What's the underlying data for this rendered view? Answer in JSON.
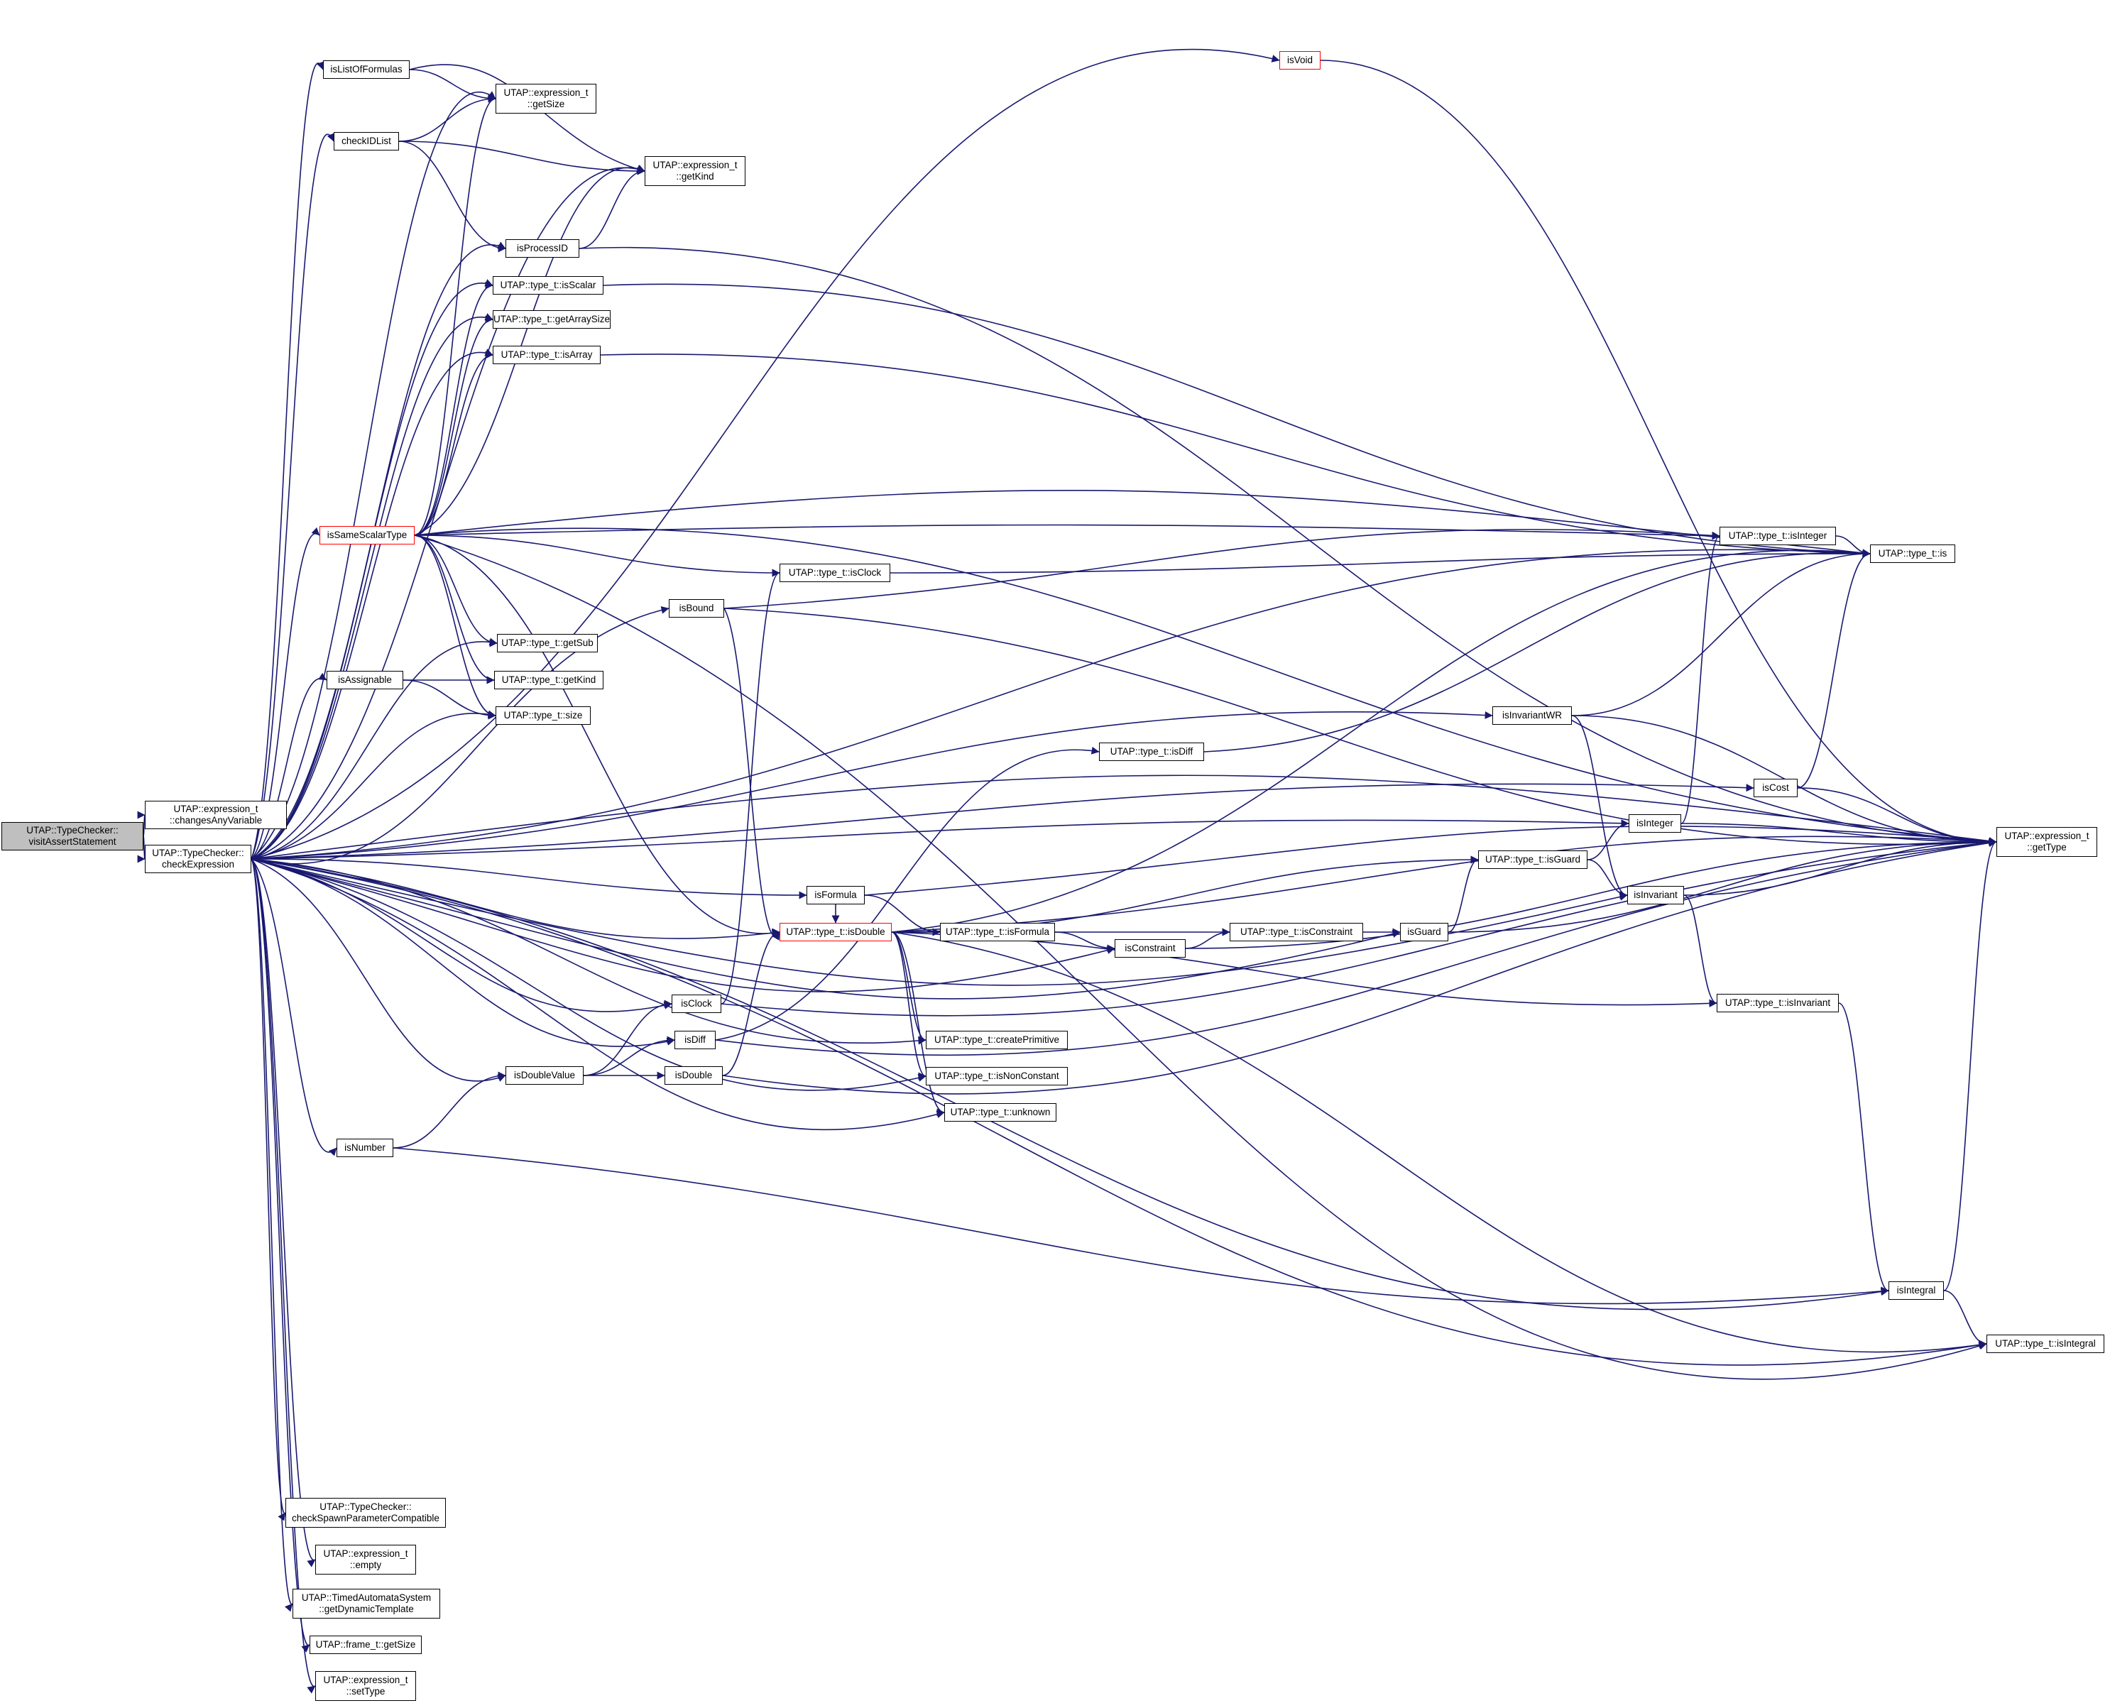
{
  "colors": {
    "edge": "#191970",
    "node_border": "#000000",
    "truncated_border": "#ff0000",
    "root_fill": "#bfbfbf",
    "node_fill": "#ffffff"
  },
  "nodes": {
    "visitAssertStatement": [
      "UTAP::TypeChecker::",
      "visitAssertStatement"
    ],
    "changesAnyVariable": [
      "UTAP::expression_t",
      "::changesAnyVariable"
    ],
    "checkExpression": [
      "UTAP::TypeChecker::",
      "checkExpression"
    ],
    "isListOfFormulas": [
      "isListOfFormulas"
    ],
    "expr_getSize": [
      "UTAP::expression_t",
      "::getSize"
    ],
    "checkIDList": [
      "checkIDList"
    ],
    "getKind_expr": [
      "UTAP::expression_t",
      "::getKind"
    ],
    "isProcessID": [
      "isProcessID"
    ],
    "isScalar": [
      "UTAP::type_t::isScalar"
    ],
    "getArraySize": [
      "UTAP::type_t::getArraySize"
    ],
    "isArray": [
      "UTAP::type_t::isArray"
    ],
    "isSameScalarType": [
      "isSameScalarType"
    ],
    "getSub": [
      "UTAP::type_t::getSub"
    ],
    "type_getKind": [
      "UTAP::type_t::getKind"
    ],
    "type_size": [
      "UTAP::type_t::size"
    ],
    "isAssignable": [
      "isAssignable"
    ],
    "isVoid": [
      "isVoid"
    ],
    "isBound": [
      "isBound"
    ],
    "isClockT": [
      "UTAP::type_t::isClock"
    ],
    "isIntegerT": [
      "UTAP::type_t::isInteger"
    ],
    "type_is": [
      "UTAP::type_t::is"
    ],
    "isInvariantWR": [
      "isInvariantWR"
    ],
    "isDiffT": [
      "UTAP::type_t::isDiff"
    ],
    "isCost": [
      "isCost"
    ],
    "isInteger": [
      "isInteger"
    ],
    "getType": [
      "UTAP::expression_t",
      "::getType"
    ],
    "isFormula": [
      "isFormula"
    ],
    "isGuardT": [
      "UTAP::type_t::isGuard"
    ],
    "isInvariant": [
      "isInvariant"
    ],
    "isDoubleT": [
      "UTAP::type_t::isDouble"
    ],
    "isFormulaT": [
      "UTAP::type_t::isFormula"
    ],
    "isConstraintT": [
      "UTAP::type_t::isConstraint"
    ],
    "isGuard": [
      "isGuard"
    ],
    "isConstraint": [
      "isConstraint"
    ],
    "isClock": [
      "isClock"
    ],
    "isInvariantT": [
      "UTAP::type_t::isInvariant"
    ],
    "isDiff": [
      "isDiff"
    ],
    "createPrimitive": [
      "UTAP::type_t::createPrimitive"
    ],
    "isDoubleValue": [
      "isDoubleValue"
    ],
    "isDouble": [
      "isDouble"
    ],
    "isNonConstant": [
      "UTAP::type_t::isNonConstant"
    ],
    "unknown": [
      "UTAP::type_t::unknown"
    ],
    "isNumber": [
      "isNumber"
    ],
    "isIntegral": [
      "isIntegral"
    ],
    "isIntegralT": [
      "UTAP::type_t::isIntegral"
    ],
    "checkSpawn": [
      "UTAP::TypeChecker::",
      "checkSpawnParameterCompatible"
    ],
    "expr_empty": [
      "UTAP::expression_t",
      "::empty"
    ],
    "getDynamicTemplate": [
      "UTAP::TimedAutomataSystem",
      "::getDynamicTemplate"
    ],
    "frame_getSize": [
      "UTAP::frame_t::getSize"
    ],
    "setType": [
      "UTAP::expression_t",
      "::setType"
    ]
  }
}
